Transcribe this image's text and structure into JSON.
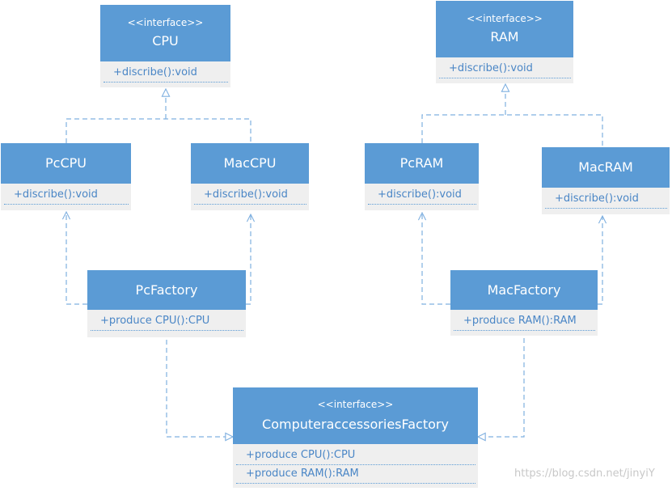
{
  "classes": {
    "cpu": {
      "stereotype": "<<interface>>",
      "name": "CPU",
      "ops": [
        "+discribe():void"
      ]
    },
    "ram": {
      "stereotype": "<<interface>>",
      "name": "RAM",
      "ops": [
        "+discribe():void"
      ]
    },
    "pccpu": {
      "name": "PcCPU",
      "ops": [
        "+discribe():void"
      ]
    },
    "maccpu": {
      "name": "MacCPU",
      "ops": [
        "+discribe():void"
      ]
    },
    "pcram": {
      "name": "PcRAM",
      "ops": [
        "+discribe():void"
      ]
    },
    "macram": {
      "name": "MacRAM",
      "ops": [
        "+discribe():void"
      ]
    },
    "pcfactory": {
      "name": "PcFactory",
      "ops": [
        "+produce CPU():CPU"
      ]
    },
    "macfactory": {
      "name": "MacFactory",
      "ops": [
        "+produce RAM():RAM"
      ]
    },
    "factory": {
      "stereotype": "<<interface>>",
      "name": "ComputeraccessoriesFactory",
      "ops": [
        "+produce CPU():CPU",
        "+produce RAM():RAM"
      ]
    }
  },
  "colors": {
    "header": "#5b9bd5",
    "ops_bg": "#efefef",
    "op_text": "#4a86c6",
    "edge": "#7fb0e0"
  },
  "watermark": "https://blog.csdn.net/jinyiY"
}
